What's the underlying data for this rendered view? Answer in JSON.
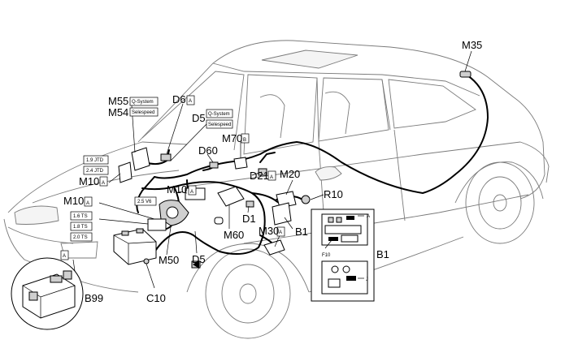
{
  "labels": {
    "m35": "M35",
    "m55": "M55",
    "m54": "M54",
    "d6": "D6",
    "d6_tag": "A",
    "d5_upper": "D5",
    "q_system_1": "Q-System",
    "selespeed_1": "Selespeed",
    "q_system_2": "Q-System",
    "selespeed_2": "Selespeed",
    "d60": "D60",
    "m70": "M70",
    "m70_tag": "B",
    "d21": "D21",
    "d21_tag": "A",
    "m20": "M20",
    "r10": "R10",
    "jtd19": "1.9 JTD",
    "jtd24": "2.4 JTD",
    "m10_a": "M10",
    "m10_a_tag": "A",
    "m10_b": "M10",
    "m10_b_tag": "A",
    "v6": "2.5 V6",
    "m10_c": "M10",
    "m10_c_tag": "A",
    "ts16": "1.6 TS",
    "ts18": "1.8 TS",
    "ts20": "2.0 TS",
    "d1": "D1",
    "m60": "M60",
    "m30": "M30",
    "m30_tag": "A",
    "b1_near": "B1",
    "b1_panel": "B1",
    "m50": "M50",
    "d5_lower": "D5",
    "c10": "C10",
    "a_inset": "A",
    "b99": "B99",
    "f10": "F10",
    "a_panel": "A",
    "j_panel": "J"
  }
}
